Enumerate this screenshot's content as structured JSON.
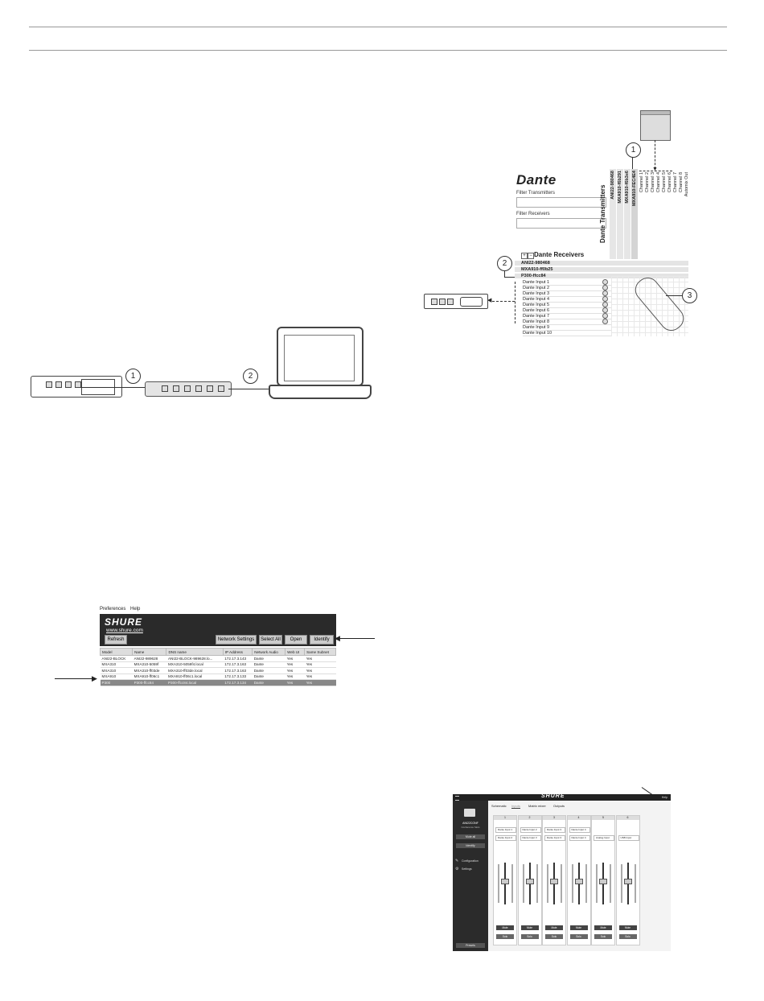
{
  "callouts": [
    "1",
    "2",
    "3"
  ],
  "dante": {
    "logo": "Dante",
    "filter_transmitters_label": "Filter Transmitters",
    "filter_receivers_label": "Filter Receivers",
    "transmitters_header": "Dante Transmitters",
    "receivers_header": "Dante Receivers",
    "transmitters": [
      "ANI22-980468",
      "MXA910-f6b291",
      "MXA910-f6b3e6",
      "MXA910-FEC4E4"
    ],
    "tx_channels": [
      "Channel 1",
      "Channel 2",
      "Channel 3",
      "Channel 4",
      "Channel 5",
      "Channel 6",
      "Channel 7",
      "Channel 8",
      "Automix Out"
    ],
    "receivers": [
      "ANI22-980468",
      "MXA910-ff0b25",
      "P300-ffcc84"
    ],
    "inputs": [
      "Dante Input 1",
      "Dante Input 2",
      "Dante Input 3",
      "Dante Input 4",
      "Dante Input 5",
      "Dante Input 6",
      "Dante Input 7",
      "Dante Input 8",
      "Dante Input 9",
      "Dante Input 10"
    ]
  },
  "discovery": {
    "menu": [
      "Preferences",
      "Help"
    ],
    "logo": "SHURE",
    "url": "www.shure.com",
    "buttons": {
      "refresh": "Refresh",
      "network_settings": "Network Settings",
      "select_all": "Select All",
      "open": "Open",
      "identify": "Identify"
    },
    "columns": [
      "Model",
      "Name",
      "DNS name",
      "IP Address",
      "Network Audio",
      "Web UI",
      "Same Subnet"
    ],
    "rows": [
      [
        "ANI22-BLOCK",
        "ANI22-989628",
        "ANI22-BLOCK-989628.lo...",
        "172.17.3.143",
        "Dante",
        "Yes",
        "Yes"
      ],
      [
        "MXA310",
        "MXA310-5059f",
        "MXA310-5059f4.local",
        "172.17.3.163",
        "Dante",
        "Yes",
        "Yes"
      ],
      [
        "MXA310",
        "MXA310-ff03de",
        "MXA310-ff03de.local",
        "172.17.3.163",
        "Dante",
        "Yes",
        "Yes"
      ],
      [
        "MXA910",
        "MXA910-ff06c1",
        "MXA910-ff06c1.local",
        "172.17.3.133",
        "Dante",
        "Yes",
        "Yes"
      ],
      [
        "P300",
        "P300-ffcc84",
        "P300-ffcc84.local",
        "172.17.3.134",
        "Dante",
        "Yes",
        "Yes"
      ]
    ]
  },
  "webapp": {
    "logo": "SHURE",
    "top_right": "Help",
    "device_name": "ANI22CONF",
    "device_sub": "Conference Slots",
    "side_buttons": [
      "Mute all",
      "Identify"
    ],
    "side_items": [
      "Configuration",
      "Settings"
    ],
    "preset_button": "Presets",
    "tabs": [
      "Schematic",
      "Inputs",
      "Matrix mixer",
      "Outputs"
    ],
    "channels": [
      {
        "num": "1",
        "box1": "Dante Input 1",
        "box2": "Dante Input 2",
        "mute": "Mute",
        "solo": "Solo"
      },
      {
        "num": "2",
        "box1": "Dante Input 2",
        "box2": "Dante Input 3",
        "mute": "Mute",
        "solo": "Solo"
      },
      {
        "num": "3",
        "box1": "Dante Input 3",
        "box2": "Dante Input 3",
        "mute": "Mute",
        "solo": "Solo"
      },
      {
        "num": "4",
        "box1": "Dante Input 4",
        "box2": "Dante Input 4",
        "mute": "Mute",
        "solo": "Solo"
      },
      {
        "num": "5",
        "box1": "",
        "box2": "Analog Input",
        "mute": "Mute",
        "solo": "Solo"
      },
      {
        "num": "6",
        "box1": "",
        "box2": "USB Input",
        "mute": "Mute",
        "solo": "Solo"
      }
    ]
  }
}
